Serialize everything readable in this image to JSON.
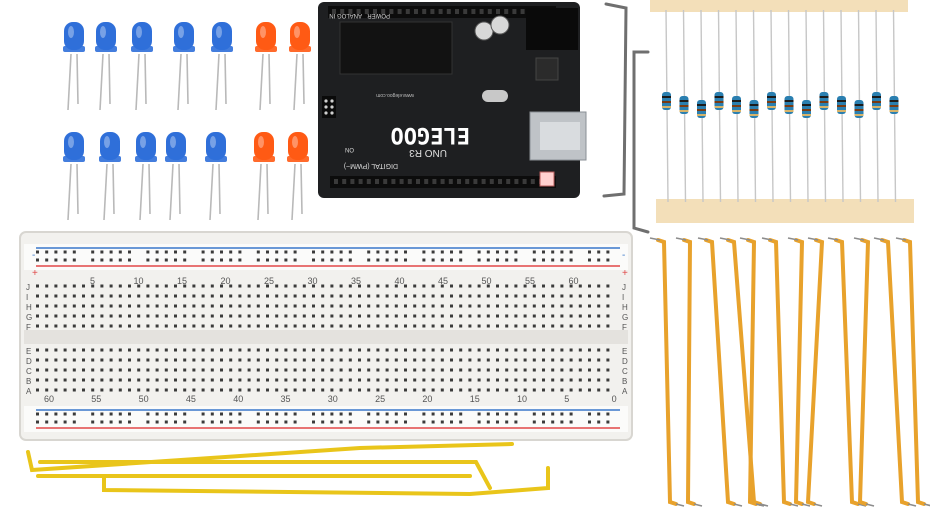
{
  "image": {
    "type": "product-photo",
    "subject": "electronics starter kit components",
    "background": "#ffffff"
  },
  "arduino": {
    "brand": "ELEGOO",
    "model": "UNO R3",
    "header_top": "DIGITAL (PWM~)",
    "label_power": "POWER",
    "label_analog": "ANALOG IN",
    "label_on": "ON",
    "label_website": "www.elegoo.com",
    "board_color": "#1e1f21"
  },
  "leds": {
    "blue_count": 10,
    "red_count": 4,
    "blue_color": "#2f6fd9",
    "red_color": "#ff5a14"
  },
  "resistors": {
    "count": 14,
    "body_color": "#2a7fb0",
    "tape_color": "#f3dfb9"
  },
  "breadboard": {
    "body_color": "#f2f1ee",
    "top_numbers": [
      "5",
      "10",
      "15",
      "20",
      "25",
      "30",
      "35",
      "40",
      "45",
      "50",
      "55",
      "60"
    ],
    "bottom_numbers": [
      "60",
      "55",
      "50",
      "45",
      "40",
      "35",
      "30",
      "25",
      "20",
      "15",
      "10",
      "5",
      "0"
    ],
    "row_letters_right_top": [
      "J",
      "I",
      "H",
      "G",
      "F"
    ],
    "row_letters_left_top": [
      "J",
      "I",
      "H",
      "G",
      "F"
    ],
    "row_letters_right_bottom": [
      "E",
      "D",
      "C",
      "B",
      "A"
    ],
    "row_letters_left_bottom": [
      "E",
      "D",
      "C",
      "B",
      "A"
    ],
    "rail_plus": "+",
    "rail_minus": "-",
    "rail_red": "#e14848",
    "rail_blue": "#3a78c9"
  },
  "wires": {
    "color": "#e8a22c",
    "jumper_count": 13
  }
}
